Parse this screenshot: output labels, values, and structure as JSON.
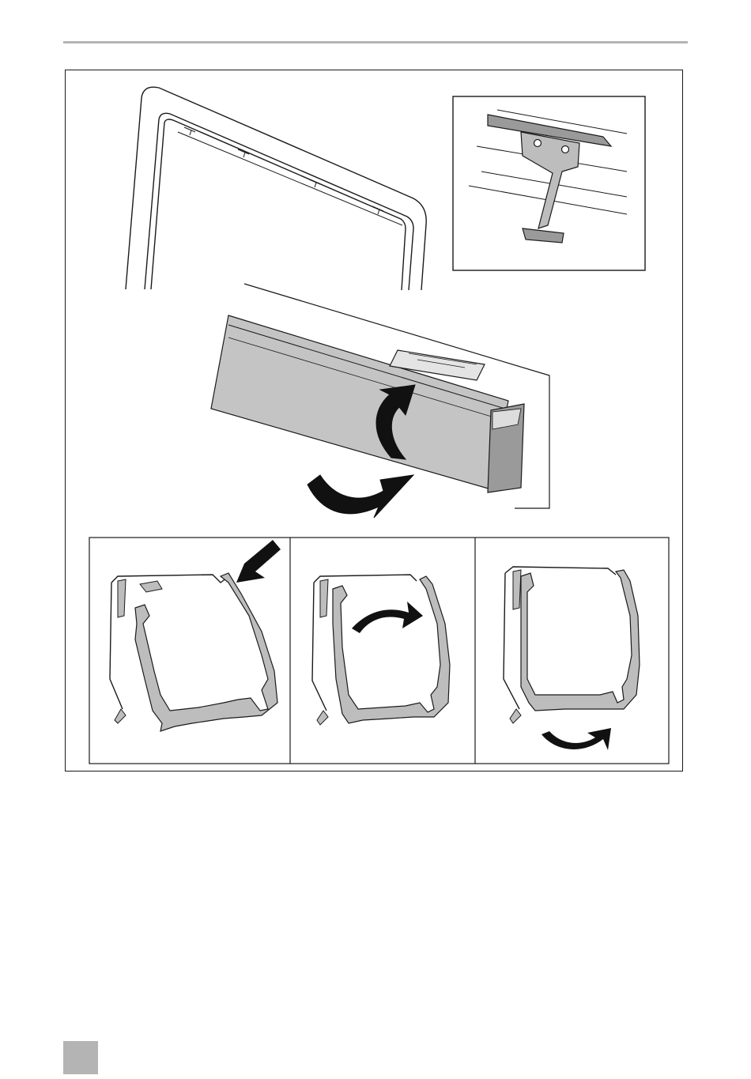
{
  "page": {
    "header_rule_color": "#b4b4b4",
    "page_tab_color": "#b4b4b4",
    "page_number": ""
  },
  "figure": {
    "colors": {
      "line": "#1a1a1a",
      "profile_fill": "#bdbdbd",
      "body_fill": "#c4c4c4",
      "arrow_fill": "#111111"
    },
    "panels": [
      {
        "name": "window-frame-overview"
      },
      {
        "name": "mounting-bracket-detail"
      },
      {
        "name": "awning-housing-attachment"
      },
      {
        "name": "profile-step-1"
      },
      {
        "name": "profile-step-2"
      },
      {
        "name": "profile-step-3"
      }
    ]
  }
}
